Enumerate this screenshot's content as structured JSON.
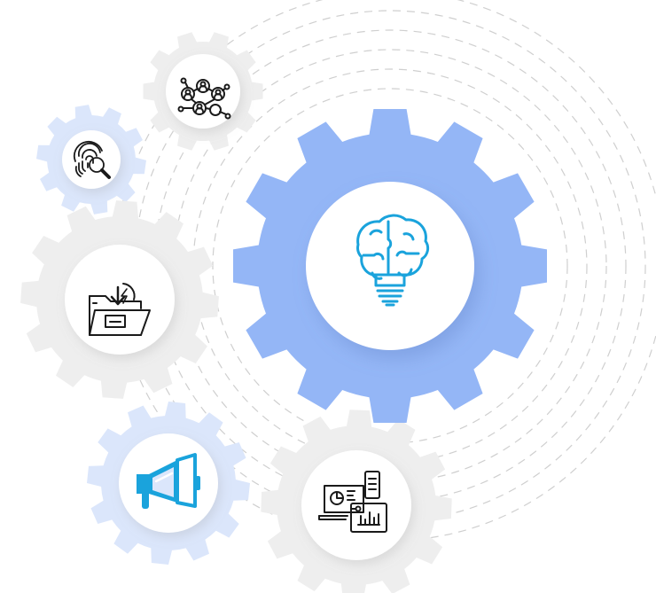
{
  "colors": {
    "background": "#ffffff",
    "gear_grey": "#eeeeee",
    "gear_blue_light": "#dbe6fb",
    "gear_blue_main": "#94b6f6",
    "hub": "#ffffff",
    "icon_dark": "#1a1a1a",
    "icon_accent": "#1aa3dc",
    "dashed_rings": "#cfcfcf"
  },
  "gears": [
    {
      "id": "network",
      "color": "gear_grey",
      "icon": "network-people-icon"
    },
    {
      "id": "fingerprint",
      "color": "gear_blue_light",
      "icon": "fingerprint-search-icon"
    },
    {
      "id": "folder",
      "color": "gear_grey",
      "icon": "folder-download-icon"
    },
    {
      "id": "brain",
      "color": "gear_blue_main",
      "icon": "brain-lightbulb-icon"
    },
    {
      "id": "megaphone",
      "color": "gear_blue_light",
      "icon": "megaphone-icon"
    },
    {
      "id": "devices",
      "color": "gear_grey",
      "icon": "devices-analytics-icon"
    },
    {
      "id": "edge",
      "color": "gear_grey",
      "icon": ""
    }
  ]
}
